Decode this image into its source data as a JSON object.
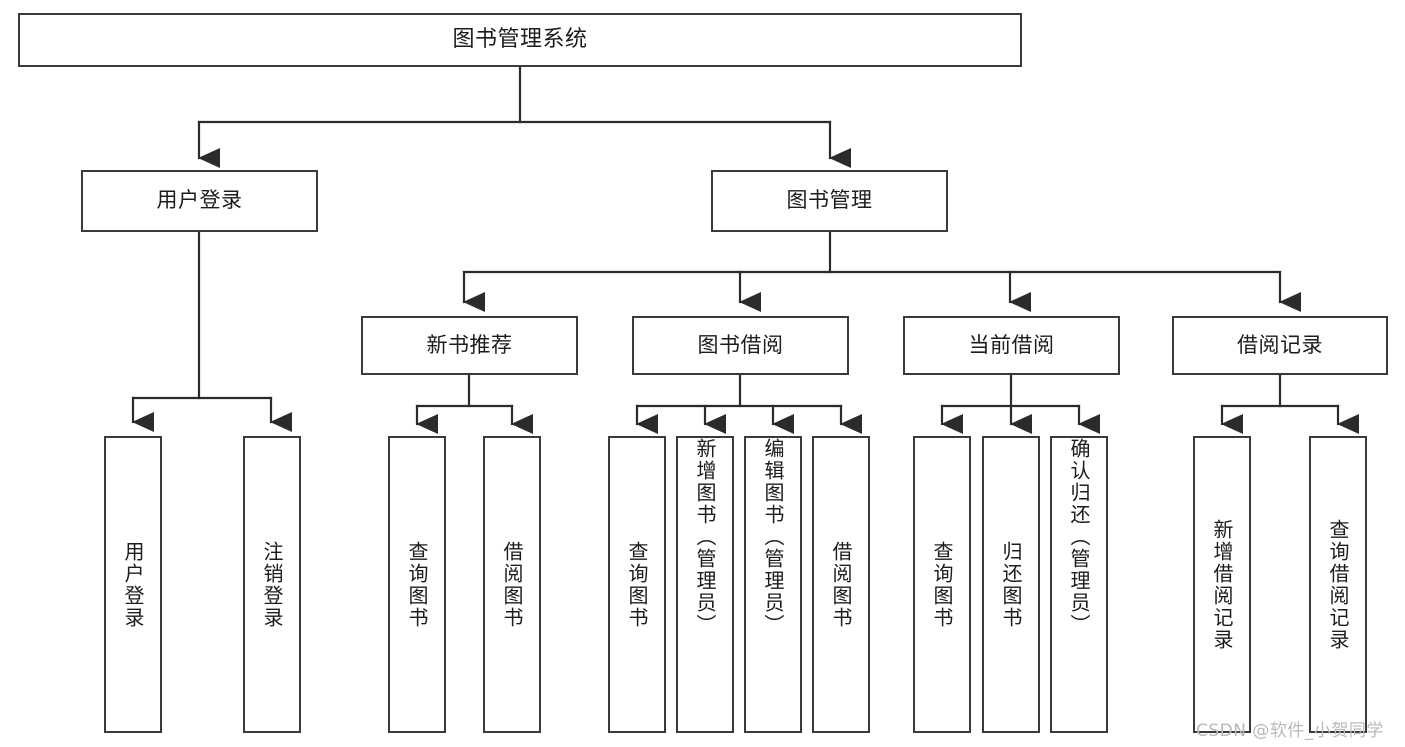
{
  "diagram": {
    "title": "图书管理系统",
    "style": {
      "box_border": "#3a3a3a",
      "box_fill": "#ffffff",
      "line": "#2b2b2b",
      "text": "#1c1c1c",
      "watermark": "#b9b9b9",
      "background": "#ffffff"
    }
  },
  "root": {
    "label": "图书管理系统"
  },
  "level2": {
    "user_login": {
      "label": "用户登录"
    },
    "book_manage": {
      "label": "图书管理"
    }
  },
  "level3": {
    "new_book_rec": {
      "label": "新书推荐"
    },
    "book_borrow": {
      "label": "图书借阅"
    },
    "current_borrow": {
      "label": "当前借阅"
    },
    "borrow_record": {
      "label": "借阅记录"
    }
  },
  "leaves": {
    "user_login": [
      {
        "label": "用户登录"
      },
      {
        "label": "注销登录"
      }
    ],
    "new_book_rec": [
      {
        "label": "查询图书"
      },
      {
        "label": "借阅图书"
      }
    ],
    "book_borrow": [
      {
        "label": "查询图书"
      },
      {
        "label": "新增图书（管理员）"
      },
      {
        "label": "编辑图书（管理员）"
      },
      {
        "label": "借阅图书"
      }
    ],
    "current_borrow": [
      {
        "label": "查询图书"
      },
      {
        "label": "归还图书"
      },
      {
        "label": "确认归还（管理员）"
      }
    ],
    "borrow_record": [
      {
        "label": "新增借阅记录"
      },
      {
        "label": "查询借阅记录"
      }
    ]
  },
  "watermark": {
    "text": "CSDN @软件_小贺同学"
  }
}
